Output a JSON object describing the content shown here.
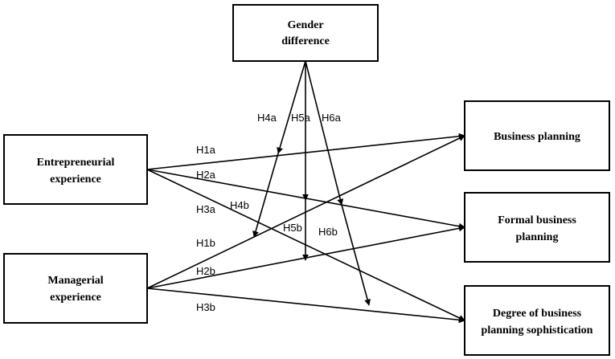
{
  "nodes": {
    "gender": {
      "lines": [
        "Gender",
        "difference"
      ]
    },
    "entrepreneurial": {
      "lines": [
        "Entrepreneurial",
        "experience"
      ]
    },
    "managerial": {
      "lines": [
        "Managerial",
        "experience"
      ]
    },
    "business_planning": {
      "lines": [
        "Business planning"
      ]
    },
    "formal_planning": {
      "lines": [
        "Formal business",
        "planning"
      ]
    },
    "sophistication": {
      "lines": [
        "Degree of business",
        "planning sophistication"
      ]
    }
  },
  "hypotheses": {
    "H1a": "H1a",
    "H2a": "H2a",
    "H3a": "H3a",
    "H1b": "H1b",
    "H2b": "H2b",
    "H3b": "H3b",
    "H4a": "H4a",
    "H5a": "H5a",
    "H6a": "H6a",
    "H4b": "H4b",
    "H5b": "H5b",
    "H6b": "H6b"
  }
}
